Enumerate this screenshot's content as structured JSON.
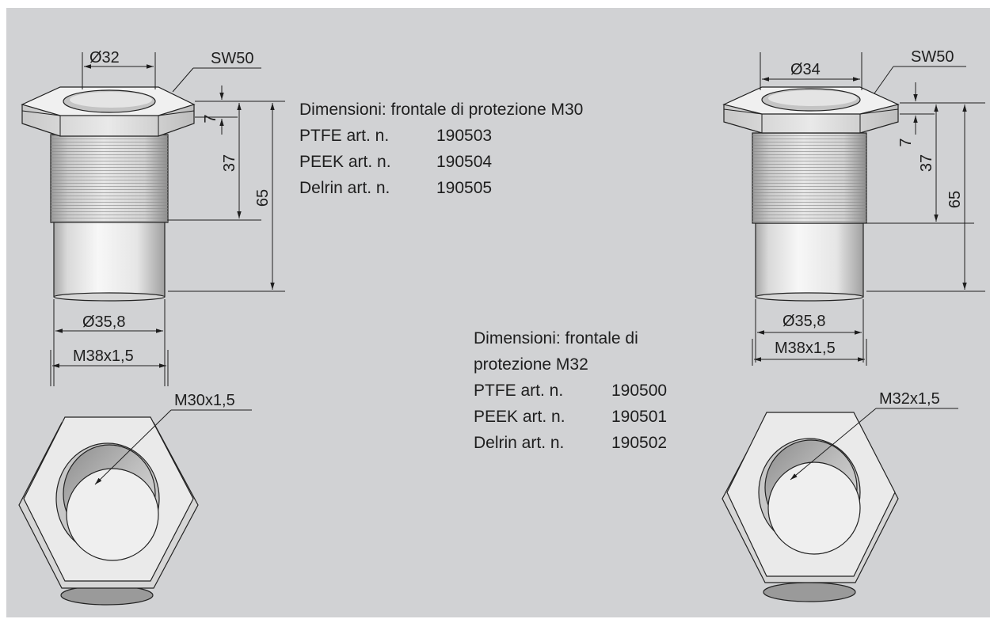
{
  "colors": {
    "background": "#d1d2d4",
    "line": "#1e1e1e",
    "part_light": "#f2f2f2",
    "part_mid": "#d4d4d4",
    "part_dark": "#8f8f8f"
  },
  "left_part": {
    "dia_top": "Ø32",
    "wrench_size": "SW50",
    "dim_hex_height": "7",
    "dim_thread_length": "37",
    "dim_total_length": "65",
    "dia_body": "Ø35,8",
    "thread_outer": "M38x1,5",
    "inner_thread": "M30x1,5"
  },
  "right_part": {
    "dia_top": "Ø34",
    "wrench_size": "SW50",
    "dim_hex_height": "7",
    "dim_thread_length": "37",
    "dim_total_length": "65",
    "dia_body": "Ø35,8",
    "thread_outer": "M38x1,5",
    "inner_thread": "M32x1,5"
  },
  "info_m30": {
    "title": "Dimensioni: frontale di protezione M30",
    "rows": [
      {
        "material": "PTFE art. n.",
        "number": "190503"
      },
      {
        "material": "PEEK art. n.",
        "number": "190504"
      },
      {
        "material": "Delrin art. n.",
        "number": "190505"
      }
    ]
  },
  "info_m32": {
    "title_line1": "Dimensioni: frontale di",
    "title_line2": "protezione M32",
    "rows": [
      {
        "material": "PTFE art. n.",
        "number": "190500"
      },
      {
        "material": "PEEK art. n.",
        "number": "190501"
      },
      {
        "material": "Delrin art. n.",
        "number": "190502"
      }
    ]
  }
}
